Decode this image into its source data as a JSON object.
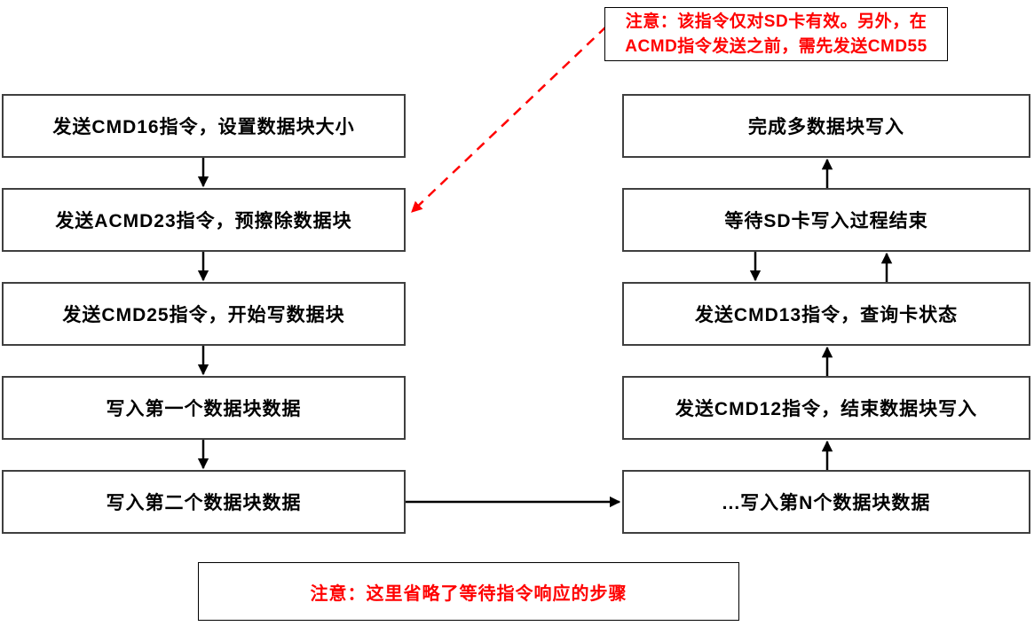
{
  "diagram": {
    "title_semantic": "SD card multi-block write flowchart",
    "colors": {
      "note_text": "#ff0000",
      "dashed_arrow": "#ff0000",
      "box_border": "#3f3f3f",
      "box_fill": "#ffffff",
      "arrow": "#000000",
      "step_text": "#000000"
    },
    "notes": {
      "top": {
        "lines": [
          "注意：该指令仅对SD卡有效。另外，在",
          "ACMD指令发送之前，需先发送CMD55"
        ]
      },
      "bottom": {
        "text": "注意：这里省略了等待指令响应的步骤"
      }
    },
    "flowchart": {
      "left_column": [
        {
          "label": "发送CMD16指令，设置数据块大小"
        },
        {
          "label": "发送ACMD23指令，预擦除数据块"
        },
        {
          "label": "发送CMD25指令，开始写数据块"
        },
        {
          "label": "写入第一个数据块数据"
        },
        {
          "label": "写入第二个数据块数据"
        }
      ],
      "right_column": [
        {
          "label": "完成多数据块写入"
        },
        {
          "label": "等待SD卡写入过程结束"
        },
        {
          "label": "发送CMD13指令，查询卡状态"
        },
        {
          "label": "发送CMD12指令，结束数据块写入"
        },
        {
          "label": "...写入第N个数据块数据"
        }
      ]
    }
  }
}
